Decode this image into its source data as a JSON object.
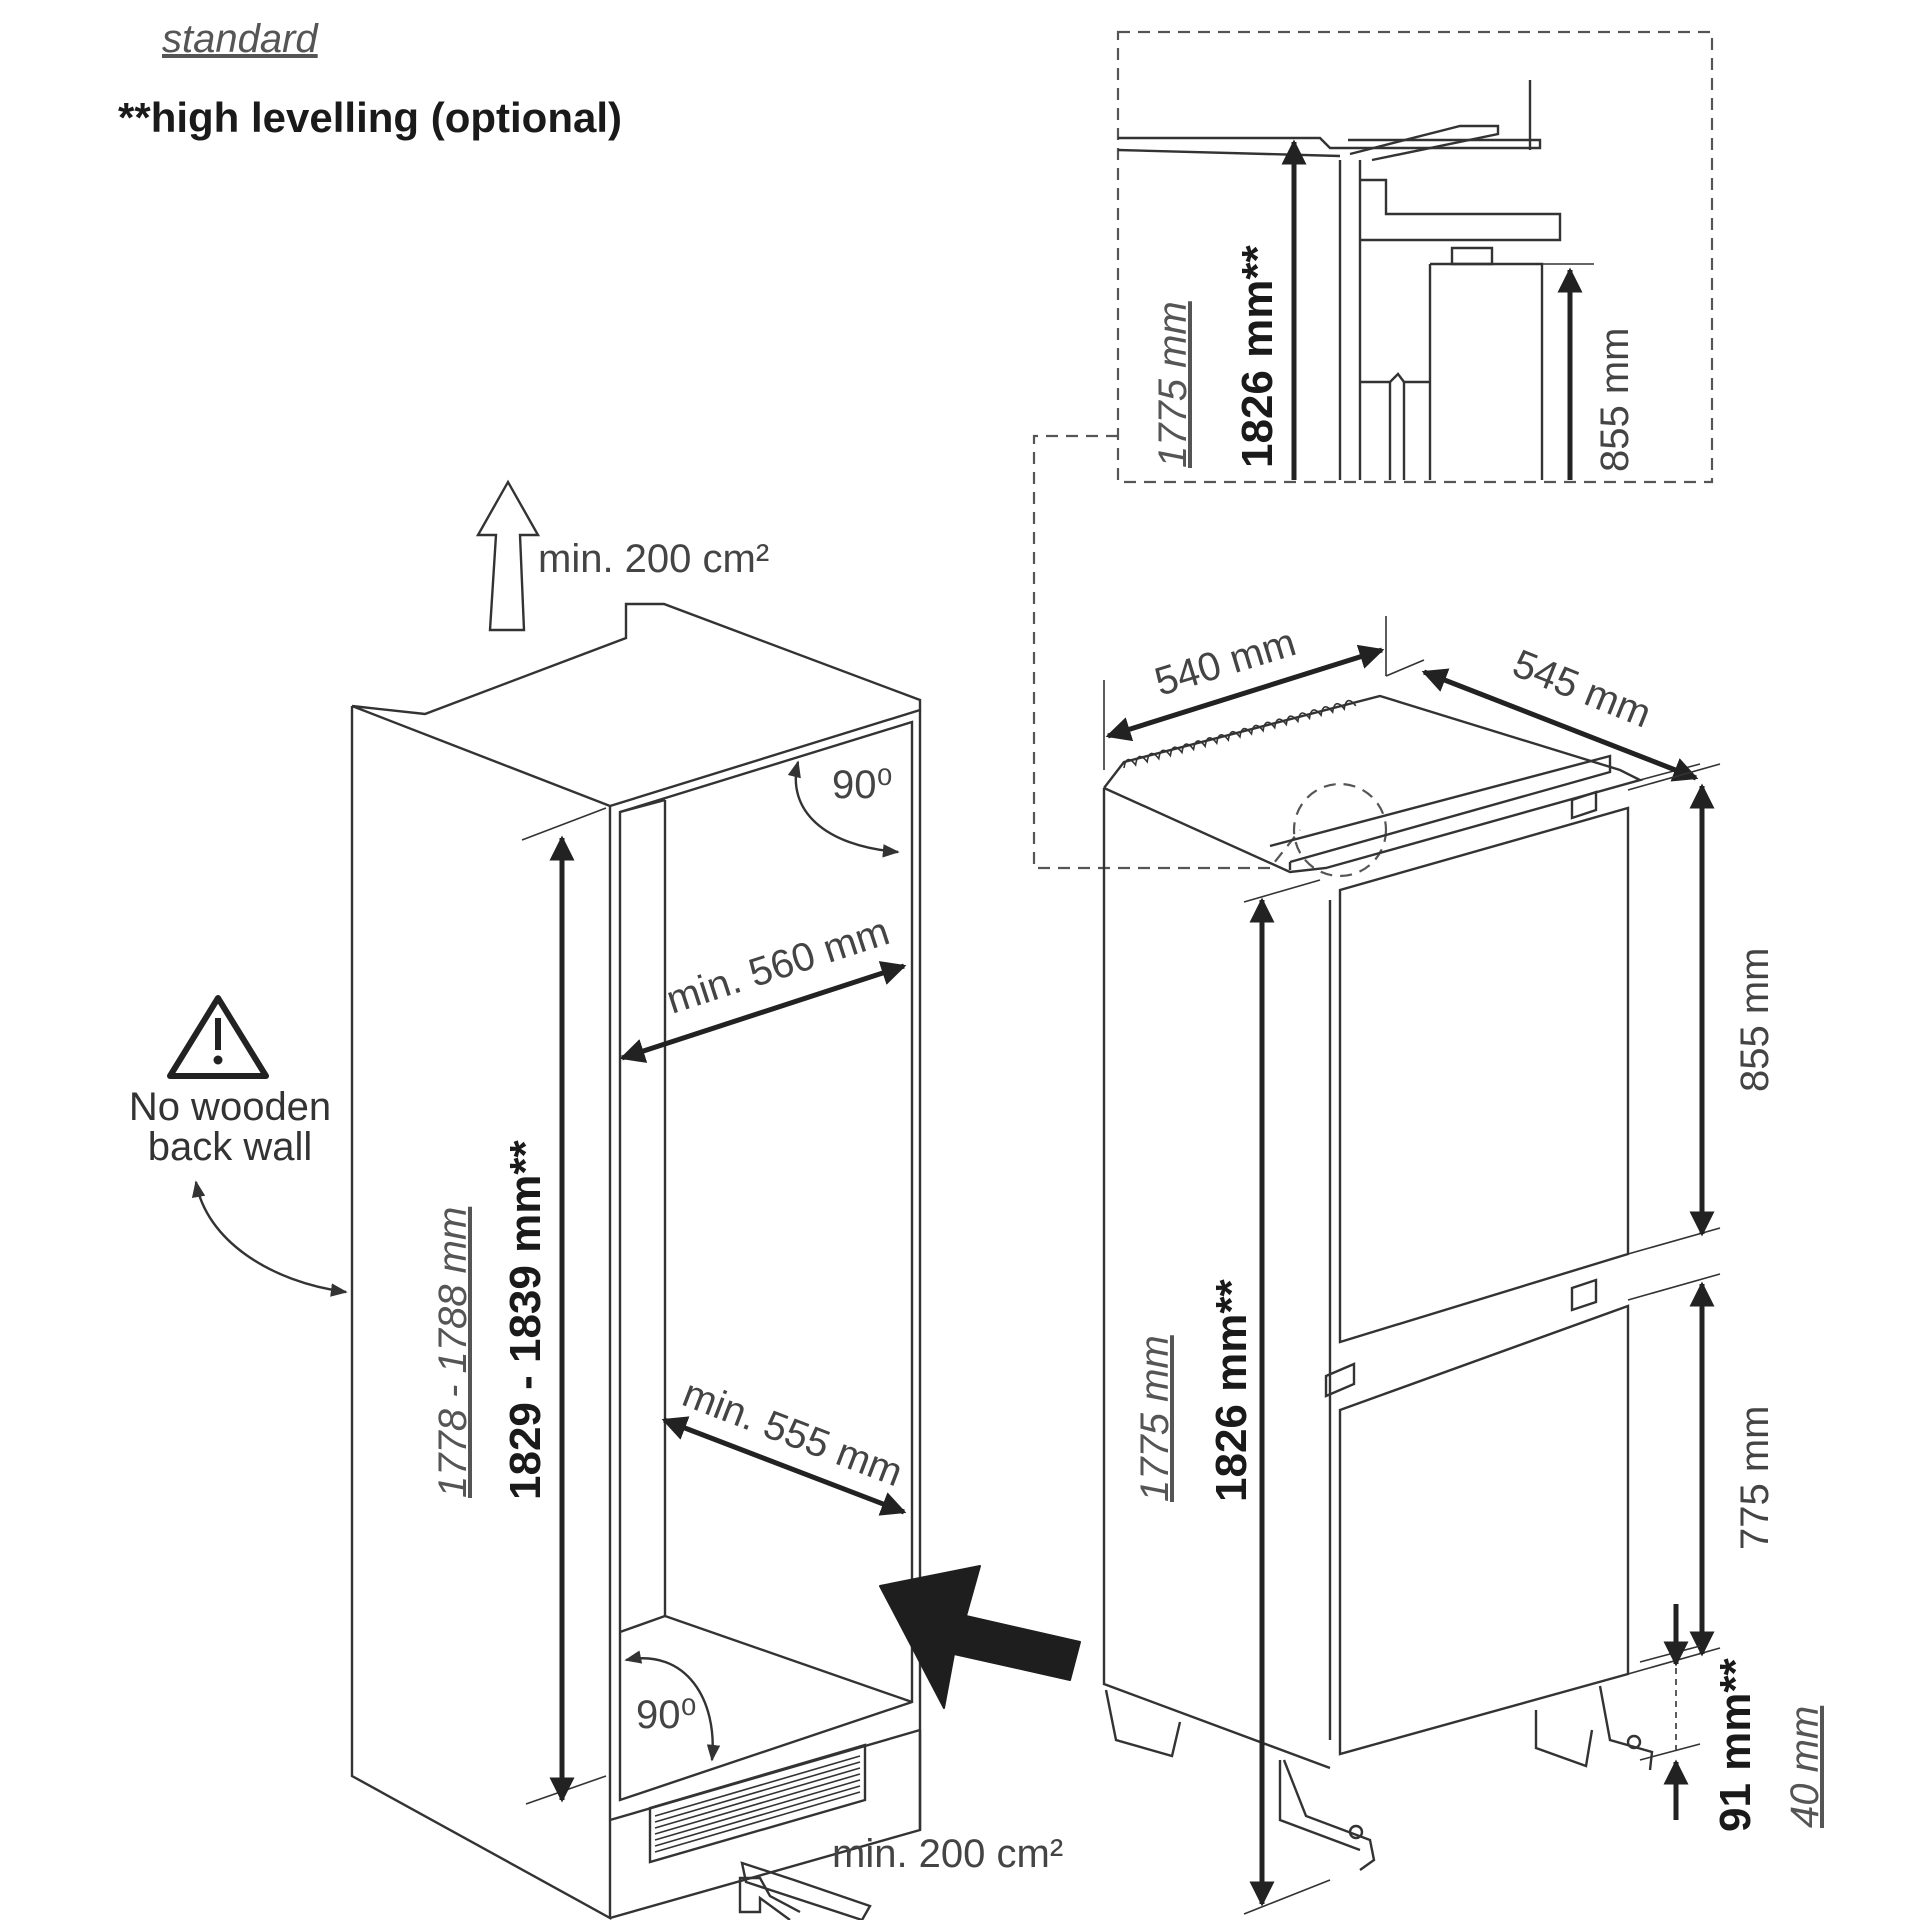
{
  "legend": {
    "standard": "standard",
    "high_levelling": "**high levelling (optional)"
  },
  "cabinet": {
    "vent_top": "min. 200 cm²",
    "vent_bottom": "min. 200 cm²",
    "angle_top": "90⁰",
    "angle_bottom": "90⁰",
    "width_top": "min. 560 mm",
    "depth_bottom": "min. 555 mm",
    "height_standard": "1778 - 1788 mm",
    "height_high": "1829 - 1839 mm**",
    "warning_line1": "No wooden",
    "warning_line2": "back wall"
  },
  "detail": {
    "height_standard": "1775 mm",
    "height_high": "1826 mm**",
    "fridge_height": "855 mm"
  },
  "appliance": {
    "width": "540 mm",
    "depth": "545 mm",
    "height_standard": "1775 mm",
    "height_high": "1826 mm**",
    "fridge_door": "855 mm",
    "freezer_door": "775 mm",
    "foot_high": "91 mm**",
    "foot_standard": "40 mm"
  }
}
